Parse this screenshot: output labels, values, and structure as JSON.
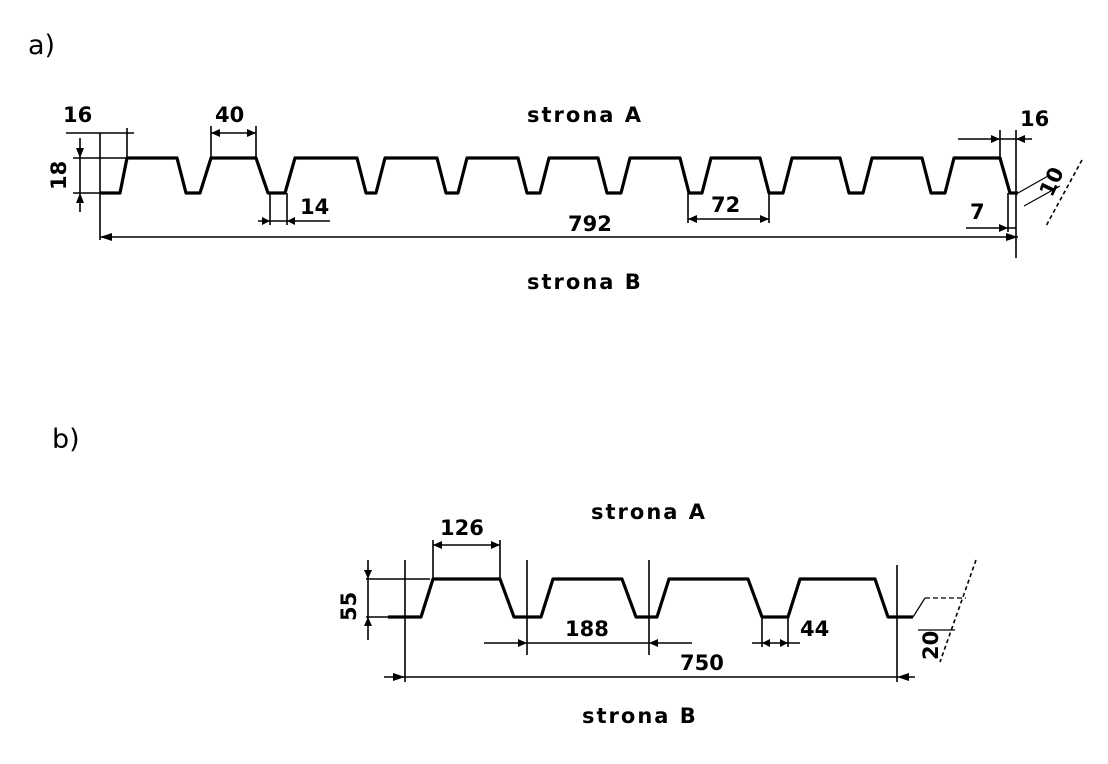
{
  "diagram": {
    "a": {
      "label": "a)",
      "side_top": "strona A",
      "side_bottom": "strona B",
      "dims": {
        "left_edge": "16",
        "top_width": "40",
        "height": "18",
        "bottom_width": "14",
        "pitch": "72",
        "total_width": "792",
        "right_edge": "16",
        "right_end": "7",
        "lap": "10"
      }
    },
    "b": {
      "label": "b)",
      "side_top": "strona A",
      "side_bottom": "strona B",
      "dims": {
        "top_width": "126",
        "height": "55",
        "pitch": "188",
        "bottom_width": "44",
        "total_width": "750",
        "lap": "20"
      }
    }
  }
}
